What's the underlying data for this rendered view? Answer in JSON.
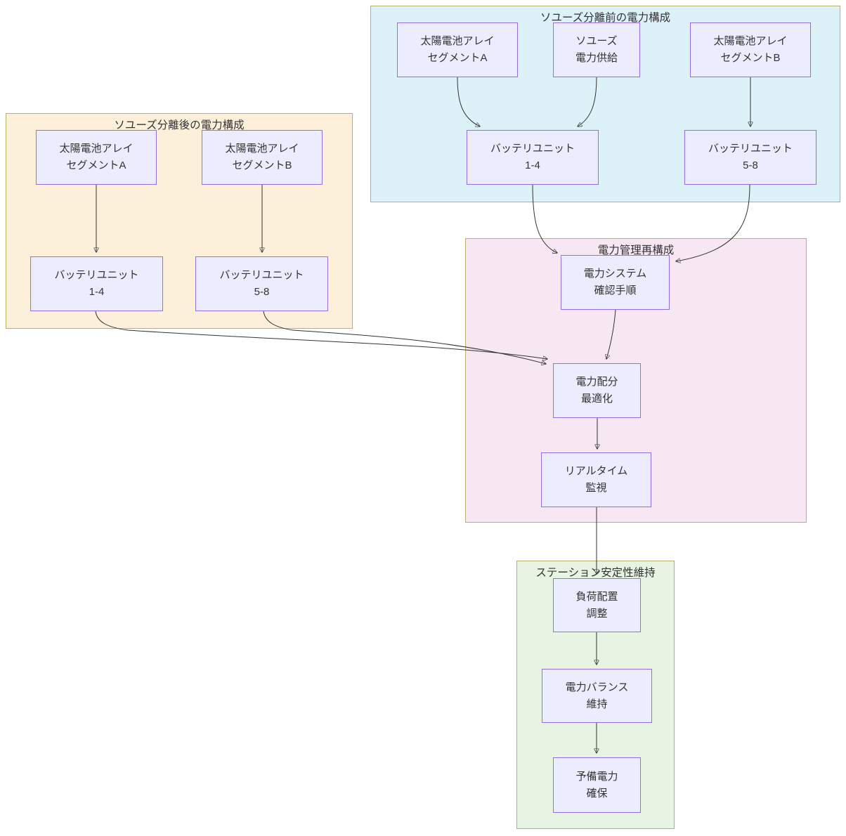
{
  "clusters": [
    {
      "id": "pre",
      "title": "ソユーズ分離前の電力構成",
      "fill": "#ddf1f9"
    },
    {
      "id": "post",
      "title": "ソユーズ分離後の電力構成",
      "fill": "#fdf0da"
    },
    {
      "id": "mgmt",
      "title": "電力管理再構成",
      "fill": "#f6e7f3"
    },
    {
      "id": "stab",
      "title": "ステーション安定性維持",
      "fill": "#e7f3e3"
    }
  ],
  "nodes": {
    "pre_array_a": {
      "line1": "太陽電池アレイ",
      "line2": "セグメントA"
    },
    "pre_soyuz": {
      "line1": "ソユーズ",
      "line2": "電力供給"
    },
    "pre_array_b": {
      "line1": "太陽電池アレイ",
      "line2": "セグメントB"
    },
    "pre_bat14": {
      "line1": "バッテリユニット",
      "line2": "1-4"
    },
    "pre_bat58": {
      "line1": "バッテリユニット",
      "line2": "5-8"
    },
    "post_array_a": {
      "line1": "太陽電池アレイ",
      "line2": "セグメントA"
    },
    "post_array_b": {
      "line1": "太陽電池アレイ",
      "line2": "セグメントB"
    },
    "post_bat14": {
      "line1": "バッテリユニット",
      "line2": "1-4"
    },
    "post_bat58": {
      "line1": "バッテリユニット",
      "line2": "5-8"
    },
    "check": {
      "line1": "電力システム",
      "line2": "確認手順"
    },
    "optimize": {
      "line1": "電力配分",
      "line2": "最適化"
    },
    "monitor": {
      "line1": "リアルタイム",
      "line2": "監視"
    },
    "load": {
      "line1": "負荷配置",
      "line2": "調整"
    },
    "balance": {
      "line1": "電力バランス",
      "line2": "維持"
    },
    "reserve": {
      "line1": "予備電力",
      "line2": "確保"
    }
  },
  "colors": {
    "node_fill": "#ececff",
    "node_border": "#9370db",
    "cluster_border": "#b9b06c",
    "edge": "#333333",
    "text": "#333333"
  }
}
